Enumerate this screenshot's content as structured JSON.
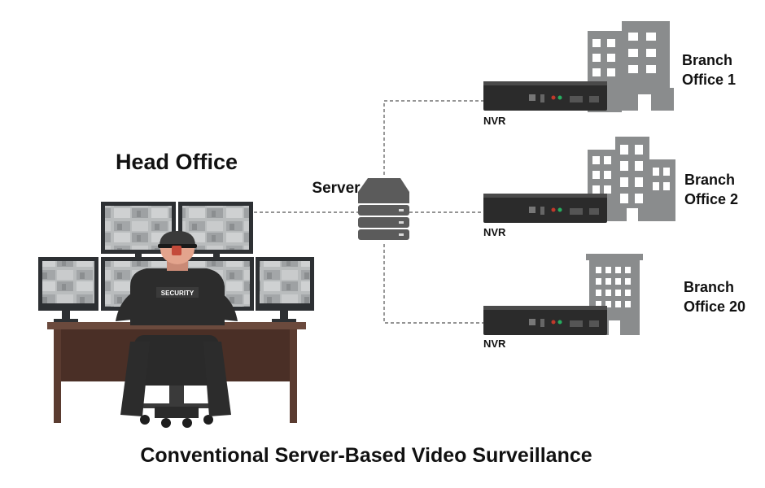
{
  "title": "Conventional Server-Based Video Surveillance",
  "head_office": {
    "label": "Head Office",
    "badge": "SECURITY"
  },
  "server": {
    "label": "Server"
  },
  "branches": [
    {
      "office_line1": "Branch",
      "office_line2": "Office 1",
      "device": "NVR"
    },
    {
      "office_line1": "Branch",
      "office_line2": "Office 2",
      "device": "NVR"
    },
    {
      "office_line1": "Branch",
      "office_line2": "Office 20",
      "device": "NVR"
    }
  ],
  "colors": {
    "building": "#8a8c8d",
    "nvr_body": "#2b2b2b",
    "server": "#5b5b5b",
    "desk": "#5a3b30",
    "uniform": "#2c2c2c",
    "cap": "#3a3a3a",
    "line": "#555555"
  },
  "icons": [
    "building-icon",
    "nvr-icon",
    "server-icon",
    "security-guard-icon",
    "monitor-icon",
    "desk-icon",
    "chair-icon"
  ]
}
